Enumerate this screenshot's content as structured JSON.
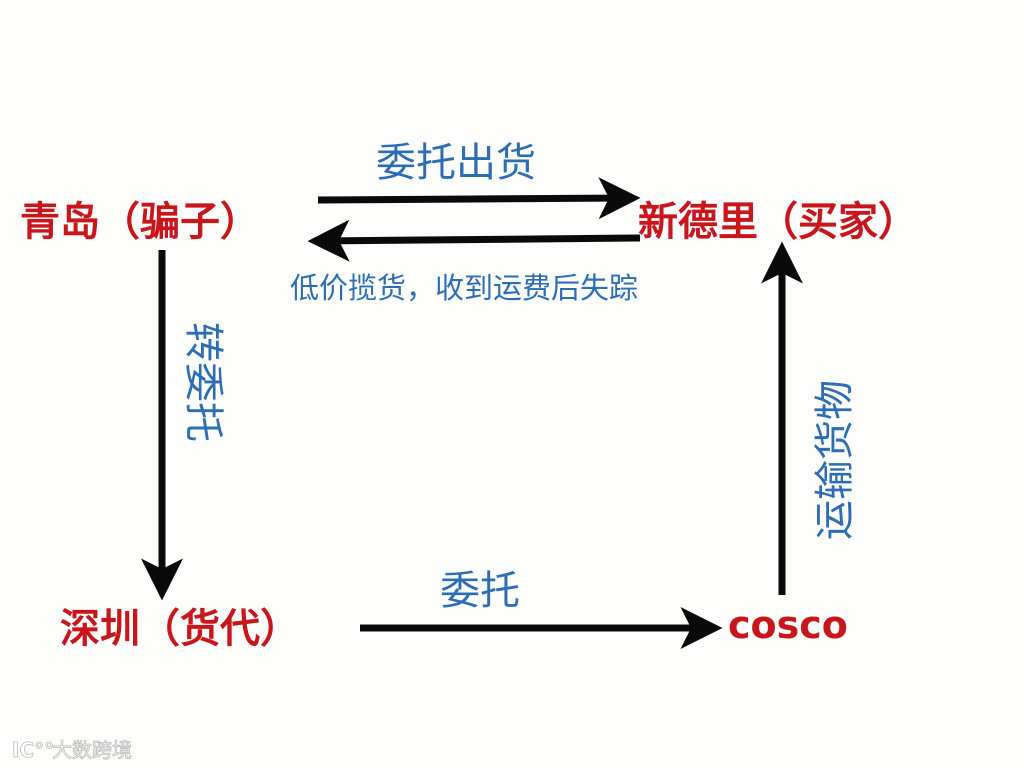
{
  "colors": {
    "node": "#c8161d",
    "label": "#2c6db3",
    "arrow": "#0a0a0a"
  },
  "nodes": {
    "qingdao": "青岛（骗子）",
    "delhi": "新德里（买家）",
    "shenzhen": "深圳（货代）",
    "cosco": "cosco"
  },
  "edges": {
    "qingdao_to_delhi": "委托出货",
    "delhi_to_qingdao": "低价揽货，收到运费后失踪",
    "qingdao_to_shenzhen": "转委托",
    "shenzhen_to_cosco": "委托",
    "cosco_to_delhi": "运输货物"
  },
  "watermark": "大数跨境"
}
